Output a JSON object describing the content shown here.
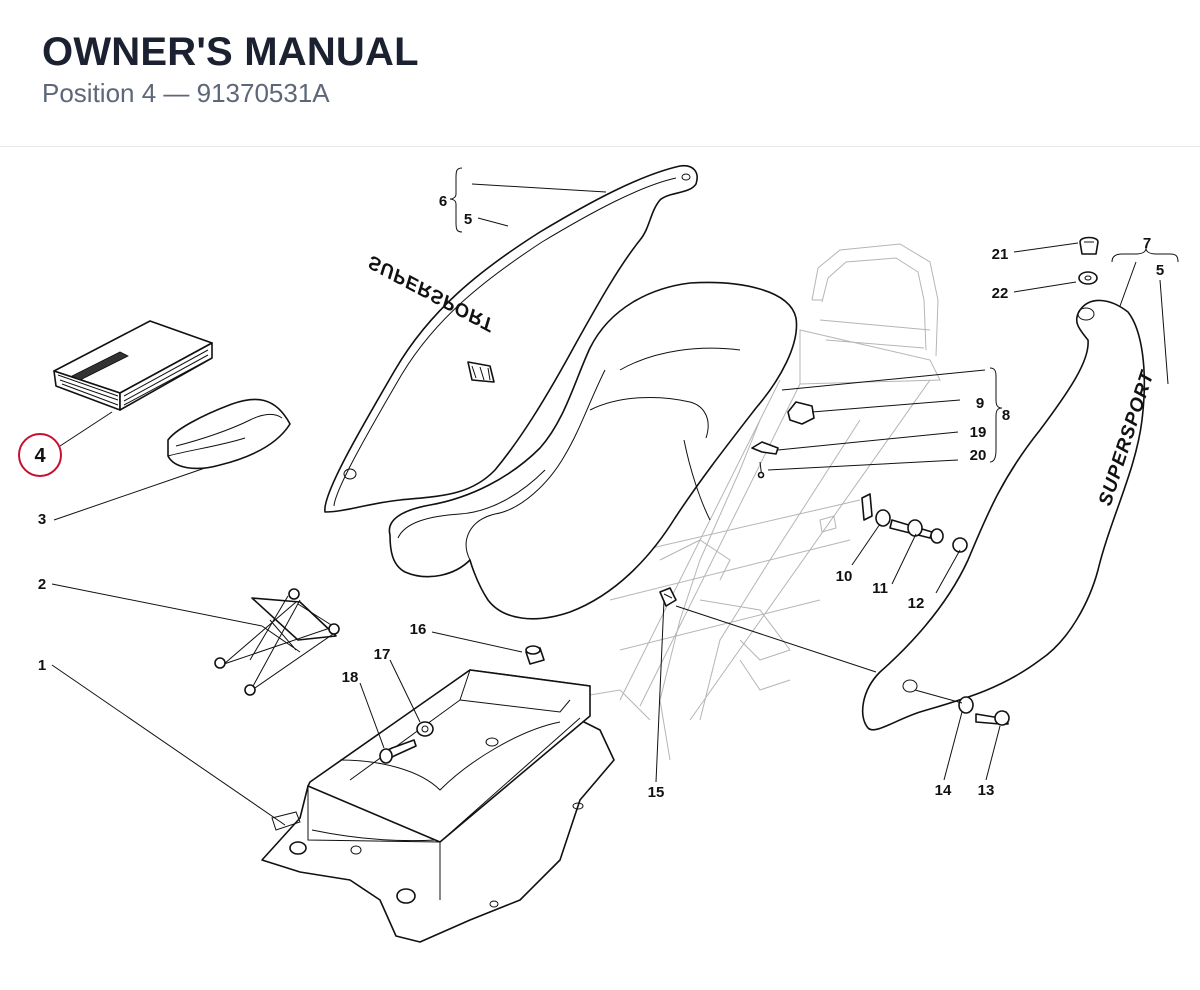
{
  "header": {
    "title": "OWNER'S MANUAL",
    "subtitle": "Position 4 — 91370531A"
  },
  "diagram": {
    "selected_position": "4",
    "highlight_color": "#c8102e",
    "brand_text": "SUPERSPORT",
    "callouts": {
      "c1": "1",
      "c2": "2",
      "c3": "3",
      "c4": "4",
      "c5a": "5",
      "c5b": "5",
      "c6": "6",
      "c7": "7",
      "c8": "8",
      "c9": "9",
      "c10": "10",
      "c11": "11",
      "c12": "12",
      "c13": "13",
      "c14": "14",
      "c15": "15",
      "c16": "16",
      "c17": "17",
      "c18": "18",
      "c19": "19",
      "c20": "20",
      "c21": "21",
      "c22": "22"
    }
  }
}
